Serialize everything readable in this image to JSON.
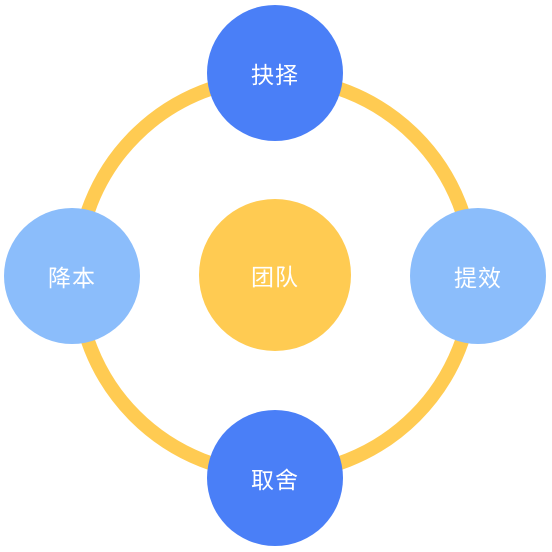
{
  "diagram": {
    "center": {
      "label": "团队",
      "color": "#FFCB52"
    },
    "nodes": {
      "top": {
        "label": "抉择",
        "color": "#4A7FF7"
      },
      "right": {
        "label": "提效",
        "color": "#8BBDFB"
      },
      "bottom": {
        "label": "取舍",
        "color": "#4A7FF7"
      },
      "left": {
        "label": "降本",
        "color": "#8BBDFB"
      }
    },
    "ring_color": "#FFCB52"
  }
}
